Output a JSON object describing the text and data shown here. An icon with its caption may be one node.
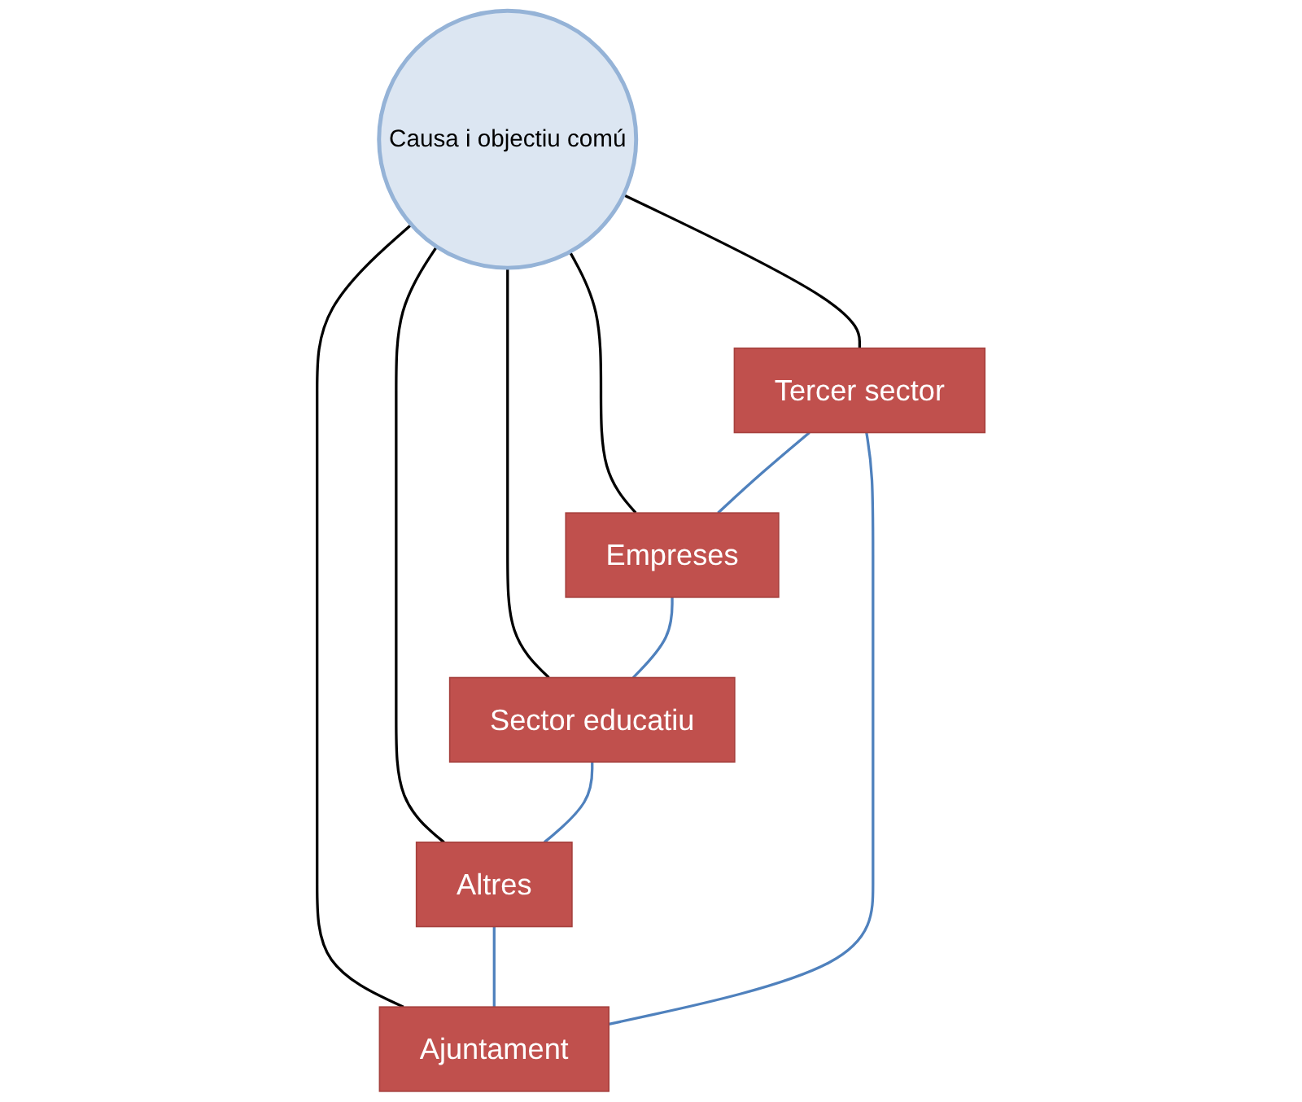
{
  "diagram": {
    "nodes": [
      {
        "text": [
          "Tercer sector"
        ]
      },
      {
        "text": [
          "Empreses"
        ]
      },
      {
        "text": [
          "Ajuntament"
        ]
      },
      {
        "text": [
          "Causa i objectiu comú"
        ]
      },
      {
        "text": [
          "Altres"
        ]
      },
      {
        "text": [
          "Sector educatiu"
        ]
      }
    ],
    "edges": [
      {
        "from": 3,
        "to": 0,
        "arrow": "none"
      },
      {
        "from": 3,
        "to": 1,
        "arrow": "none"
      },
      {
        "from": 3,
        "to": 2,
        "arrow": "none"
      },
      {
        "from": 3,
        "to": 4,
        "arrow": "none"
      },
      {
        "from": 3,
        "to": 5,
        "arrow": "none"
      },
      {
        "from": 0,
        "to": 1,
        "arrow": "none",
        "color": "#4f81bd"
      },
      {
        "from": 1,
        "to": 5,
        "arrow": "none",
        "color": "#4f81bd"
      },
      {
        "from": 5,
        "to": 4,
        "arrow": "none",
        "color": "#4f81bd"
      },
      {
        "from": 4,
        "to": 2,
        "arrow": "none",
        "color": "#4f81bd"
      },
      {
        "from": 2,
        "to": 0,
        "arrow": "none",
        "color": "#4f81bd"
      }
    ]
  }
}
